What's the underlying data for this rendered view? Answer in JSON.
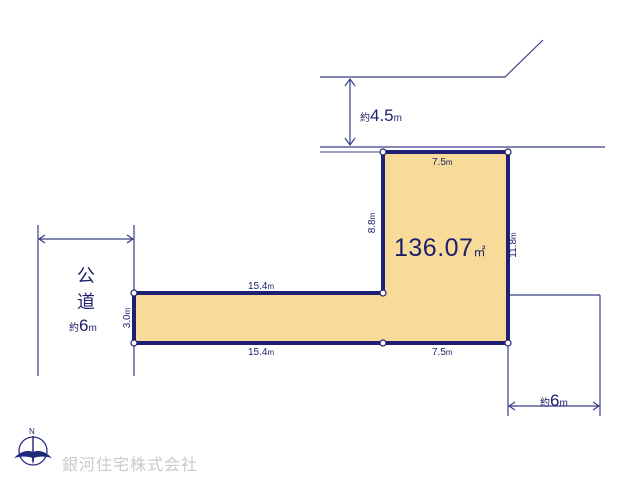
{
  "colors": {
    "lot_fill": "#f8db98",
    "lot_outline": "#1f1f73",
    "line": "#3a3d88",
    "text": "#1d1f6b",
    "company_text": "#c9c9cf"
  },
  "lot": {
    "area_value": "136.07",
    "area_unit": "㎡",
    "dimensions": {
      "top": {
        "value": "7.5",
        "unit": "m"
      },
      "inner_vertical": {
        "value": "8.8",
        "unit": "m"
      },
      "right": {
        "value": "11.8",
        "unit": "m"
      },
      "inner_horizontal": {
        "value": "15.4",
        "unit": "m"
      },
      "bottom_left": {
        "value": "15.4",
        "unit": "m"
      },
      "bottom_right": {
        "value": "7.5",
        "unit": "m"
      },
      "left": {
        "value": "3.0",
        "unit": "m"
      }
    }
  },
  "roads": {
    "top_distance": {
      "prefix": "約",
      "value": "4.5",
      "unit": "m"
    },
    "left_road": {
      "char1": "公",
      "char2": "道",
      "prefix": "約",
      "value": "6",
      "unit": "m"
    },
    "right_distance": {
      "prefix": "約",
      "value": "6",
      "unit": "m"
    }
  },
  "compass": {
    "north_label": "N"
  },
  "company": {
    "name": "銀河住宅株式会社"
  }
}
